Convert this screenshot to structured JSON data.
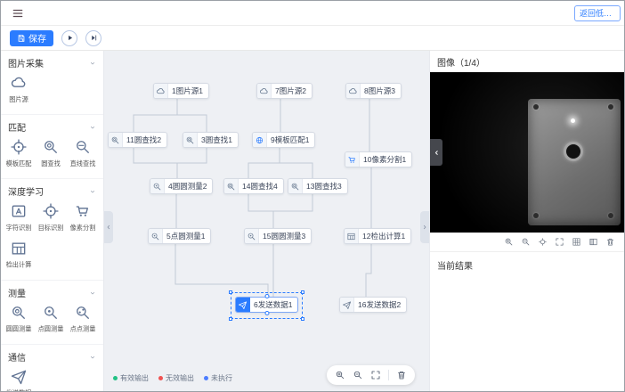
{
  "topbar": {
    "back_button": "返回低代码",
    "menu_icon": "menu-icon"
  },
  "toolbar": {
    "save_label": "保存",
    "buttons": [
      "run-icon",
      "step-run-icon"
    ]
  },
  "colors": {
    "accent": "#2b7cff",
    "valid_output": "#21c184",
    "invalid_output": "#f05252",
    "not_executed": "#4c7dff",
    "canvas_background": "#eef0f4"
  },
  "sidebar": {
    "sections": [
      {
        "title": "图片采集",
        "items": [
          {
            "label": "图片源",
            "icon": "image-source-icon"
          }
        ]
      },
      {
        "title": "匹配",
        "items": [
          {
            "label": "模板匹配",
            "icon": "template-match-icon"
          },
          {
            "label": "圆查找",
            "icon": "circle-find-icon"
          },
          {
            "label": "直线查找",
            "icon": "line-find-icon"
          }
        ]
      },
      {
        "title": "深度学习",
        "items": [
          {
            "label": "字符识别",
            "icon": "ocr-icon"
          },
          {
            "label": "目标识别",
            "icon": "object-detect-icon"
          },
          {
            "label": "像素分割",
            "icon": "pixel-segment-icon"
          },
          {
            "label": "检出计算",
            "icon": "detect-calc-icon"
          }
        ]
      },
      {
        "title": "测量",
        "items": [
          {
            "label": "圆圆测量",
            "icon": "circle-circle-measure-icon"
          },
          {
            "label": "点圆测量",
            "icon": "point-circle-measure-icon"
          },
          {
            "label": "点点测量",
            "icon": "point-point-measure-icon"
          }
        ]
      },
      {
        "title": "通信",
        "items": [
          {
            "label": "发送数据",
            "icon": "send-data-icon"
          }
        ]
      }
    ]
  },
  "canvas": {
    "nodes": [
      {
        "label": "1图片源1",
        "icon": "image-source-icon"
      },
      {
        "label": "7图片源2",
        "icon": "image-source-icon"
      },
      {
        "label": "8图片源3",
        "icon": "image-source-icon"
      },
      {
        "label": "11圆查找2",
        "icon": "circle-find-icon"
      },
      {
        "label": "3圆查找1",
        "icon": "circle-find-icon"
      },
      {
        "label": "9模板匹配1",
        "icon": "template-match-icon"
      },
      {
        "label": "10像素分割1",
        "icon": "pixel-segment-icon"
      },
      {
        "label": "4圆圆测量2",
        "icon": "measure-icon"
      },
      {
        "label": "14圆查找4",
        "icon": "circle-find-icon"
      },
      {
        "label": "13圆查找3",
        "icon": "circle-find-icon"
      },
      {
        "label": "5点圆测量1",
        "icon": "measure-icon"
      },
      {
        "label": "15圆圆测量3",
        "icon": "measure-icon"
      },
      {
        "label": "12检出计算1",
        "icon": "detect-calc-icon"
      },
      {
        "label": "6发送数据1",
        "icon": "send-data-icon",
        "selected": true
      },
      {
        "label": "16发送数据2",
        "icon": "send-data-icon"
      }
    ],
    "edges": [
      [
        "1图片源1",
        "11圆查找2"
      ],
      [
        "1图片源1",
        "3圆查找1"
      ],
      [
        "11圆查找2",
        "4圆圆测量2"
      ],
      [
        "3圆查找1",
        "4圆圆测量2"
      ],
      [
        "4圆圆测量2",
        "5点圆测量1"
      ],
      [
        "5点圆测量1",
        "6发送数据1"
      ],
      [
        "7图片源2",
        "9模板匹配1"
      ],
      [
        "9模板匹配1",
        "14圆查找4"
      ],
      [
        "9模板匹配1",
        "13圆查找3"
      ],
      [
        "14圆查找4",
        "15圆圆测量3"
      ],
      [
        "13圆查找3",
        "15圆圆测量3"
      ],
      [
        "15圆圆测量3",
        "6发送数据1"
      ],
      [
        "8图片源3",
        "10像素分割1"
      ],
      [
        "10像素分割1",
        "12检出计算1"
      ],
      [
        "12检出计算1",
        "16发送数据2"
      ]
    ],
    "legend": [
      {
        "label": "有效输出",
        "color": "#21c184"
      },
      {
        "label": "无效输出",
        "color": "#f05252"
      },
      {
        "label": "未执行",
        "color": "#4c7dff"
      }
    ],
    "zoom_toolbar": [
      "zoom-in-icon",
      "zoom-out-icon",
      "fit-view-icon",
      "delete-icon"
    ]
  },
  "image_panel": {
    "title": "图像（1/4）",
    "toolbar": [
      "zoom-in-icon",
      "zoom-out-icon",
      "locate-icon",
      "fullscreen-icon",
      "grid-icon",
      "compare-icon",
      "delete-icon"
    ],
    "result_title": "当前结果"
  }
}
